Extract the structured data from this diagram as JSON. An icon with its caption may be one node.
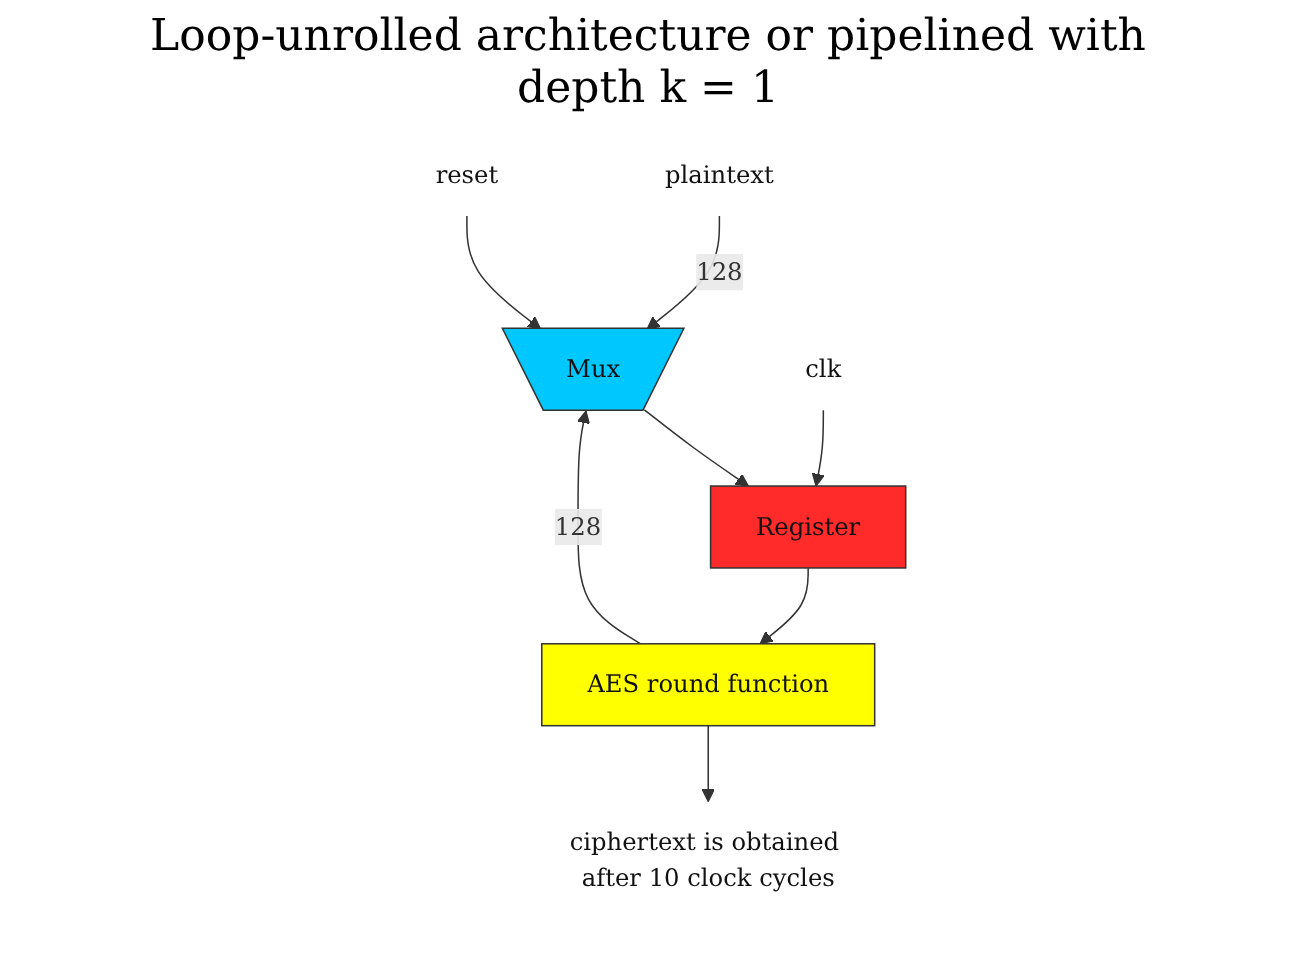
{
  "diagram": {
    "title": "Loop-unrolled architecture or pipelined with depth k = 1",
    "nodes": [
      {
        "text": [
          "plaintext"
        ]
      },
      {
        "text": [
          "Mux"
        ]
      },
      {
        "text": [
          "reset"
        ]
      },
      {
        "text": [
          "clk"
        ]
      },
      {
        "text": [
          "Register"
        ]
      },
      {
        "text": [
          "AES round function"
        ]
      },
      {
        "text": [
          "ciphertext is obtained after 10 clock cycles"
        ]
      }
    ],
    "edges": [
      {
        "from": 5,
        "to": 1,
        "arrow": "to",
        "label": "128"
      },
      {
        "from": 0,
        "to": 1,
        "arrow": "to",
        "label": "128"
      },
      {
        "from": 2,
        "to": 1,
        "arrow": "to"
      },
      {
        "from": 1,
        "to": 4,
        "arrow": "to"
      },
      {
        "from": 3,
        "to": 4,
        "arrow": "to"
      },
      {
        "from": 4,
        "to": 5,
        "arrow": "to"
      },
      {
        "from": 5,
        "to": 6,
        "arrow": "to"
      }
    ]
  }
}
